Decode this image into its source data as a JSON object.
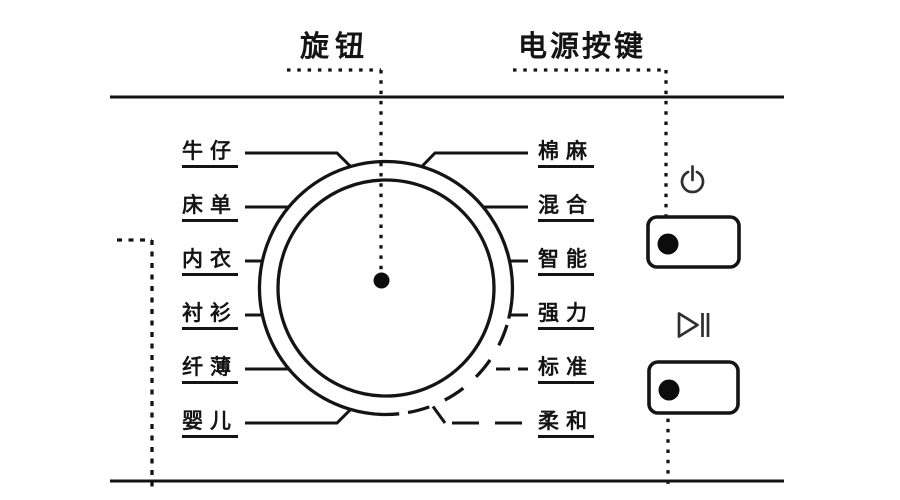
{
  "callouts": {
    "knob_label": "旋钮",
    "power_label": "电源按键"
  },
  "programs": {
    "left": [
      "牛仔",
      "床单",
      "内衣",
      "衬衫",
      "纤薄",
      "婴儿"
    ],
    "right": [
      "棉麻",
      "混合",
      "智能",
      "强力",
      "标准",
      "柔和"
    ]
  },
  "icons": {
    "power": "power-icon",
    "play_pause": "play-pause-icon"
  },
  "colors": {
    "line": "#141414",
    "background": "#ffffff",
    "icon": "#2f2f2f"
  }
}
